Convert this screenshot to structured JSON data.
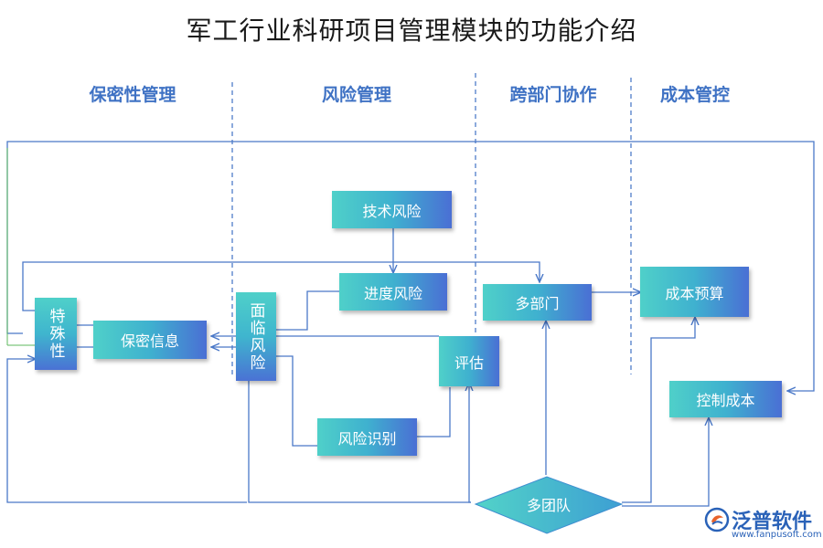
{
  "title": "军工行业科研项目管理模块的功能介绍",
  "sections": {
    "confidentiality": "保密性管理",
    "risk": "风险管理",
    "cross_dept": "跨部门协作",
    "cost": "成本管控"
  },
  "nodes": {
    "special": "特殊性",
    "confidential_info": "保密信息",
    "face_risk": "面临风险",
    "tech_risk": "技术风险",
    "progress_risk": "进度风险",
    "evaluate": "评估",
    "risk_identify": "风险识别",
    "multi_dept": "多部门",
    "multi_team": "多团队",
    "cost_budget": "成本预算",
    "control_cost": "控制成本"
  },
  "colors": {
    "node_start": "#4fd0c9",
    "node_end": "#4a6fd4",
    "line": "#4a78c8",
    "divider": "#3f72c4",
    "green_line": "#5cb85c"
  },
  "logo": {
    "name": "泛普软件",
    "url": "www.fanpusoft.com"
  }
}
